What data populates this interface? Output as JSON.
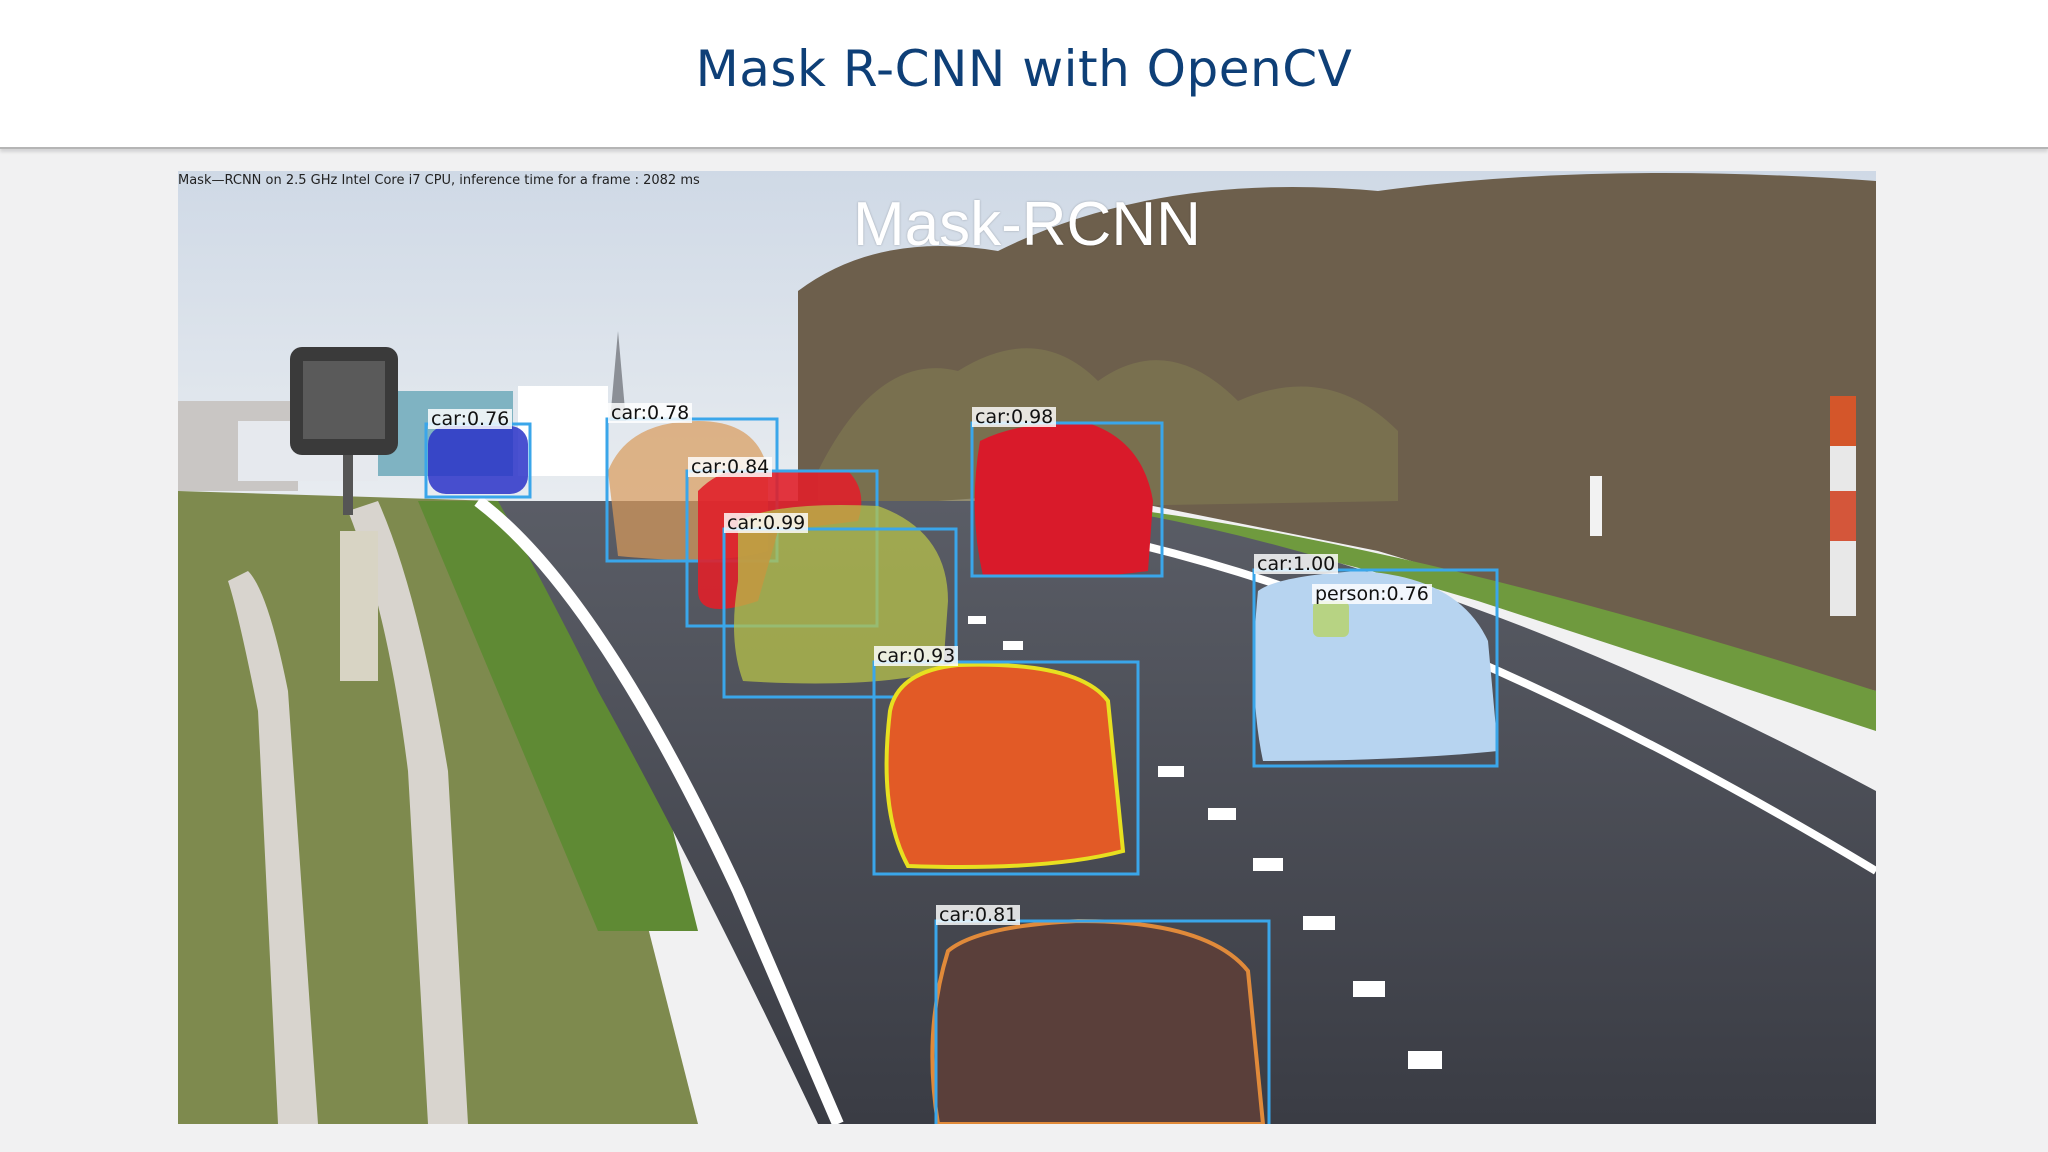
{
  "slide": {
    "title": "Mask R-CNN with OpenCV"
  },
  "video": {
    "caption": "Mask—RCNN on 2.5 GHz Intel Core i7 CPU, inference time for a frame : 2082 ms",
    "overlay_title": "Mask-RCNN"
  },
  "detections": [
    {
      "label": "car:0.76",
      "mask_color": "#2a32c8"
    },
    {
      "label": "car:0.78",
      "mask_color": "#d99a5a"
    },
    {
      "label": "car:0.84",
      "mask_color": "#e0202a"
    },
    {
      "label": "car:0.99",
      "mask_color": "#b7c24a"
    },
    {
      "label": "car:0.98",
      "mask_color": "#d91a2a"
    },
    {
      "label": "car:1.00",
      "mask_color": "#2b7de0"
    },
    {
      "label": "person:0.76",
      "mask_color": "#b7d23a"
    },
    {
      "label": "car:0.93",
      "mask_color": "#e7e020"
    },
    {
      "label": "car:0.81",
      "mask_color": "#e08a3a"
    }
  ],
  "colors": {
    "title": "#0e3f77",
    "box": "#3aa6ea"
  }
}
